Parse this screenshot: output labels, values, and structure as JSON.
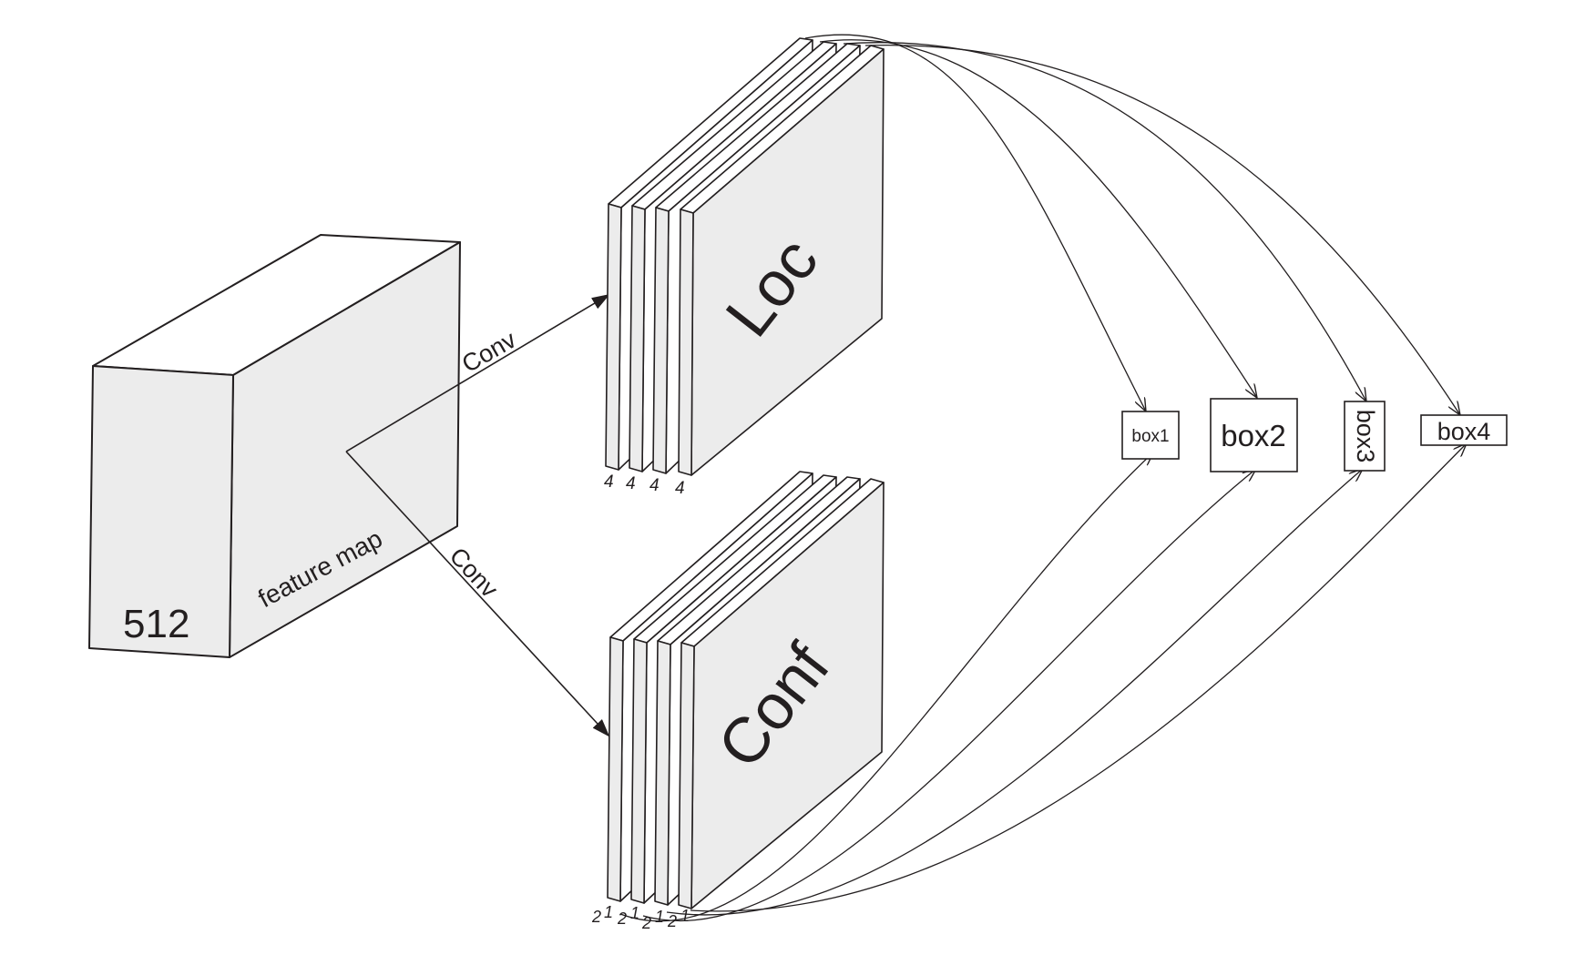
{
  "feature_block": {
    "depth_label": "512",
    "side_label": "feature map"
  },
  "arrows": {
    "upper_label": "Conv",
    "lower_label": "Conv"
  },
  "loc_stack": {
    "title": "Loc",
    "channel_labels": [
      "4",
      "4",
      "4",
      "4"
    ]
  },
  "conf_stack": {
    "title": "Conf",
    "channel_labels": [
      "2",
      "1",
      "2",
      "1",
      "2",
      "1",
      "2",
      "1"
    ]
  },
  "boxes": {
    "box1": "box1",
    "box2": "box2",
    "box3": "box3",
    "box4": "box4"
  },
  "colors": {
    "stroke": "#231f20",
    "face_fill": "#ececec",
    "background": "#ffffff"
  }
}
